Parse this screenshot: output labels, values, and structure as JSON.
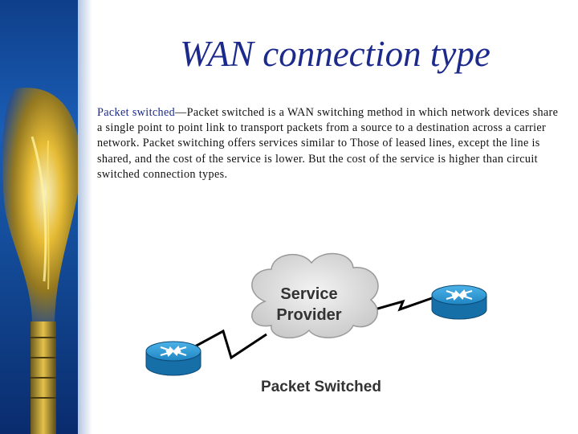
{
  "slide": {
    "title": "WAN connection type",
    "term": "Packet switched",
    "body_text": "—Packet switched is a WAN switching method in which network devices share a single point to point link to transport packets from a source to a destination across a carrier network. Packet switching offers services similar to Those of leased lines, except the line is shared, and the cost of the service is lower. But the cost of the service is higher than circuit switched connection types."
  },
  "diagram": {
    "cloud_line1": "Service",
    "cloud_line2": "Provider",
    "caption": "Packet Switched",
    "icons": [
      "router-icon",
      "router-icon",
      "cloud-icon",
      "serial-link-icon"
    ]
  },
  "colors": {
    "title": "#1c2a8c",
    "router": "#1f86c4",
    "cloud": "#dcdcdc",
    "sidebar": "#134a96"
  }
}
